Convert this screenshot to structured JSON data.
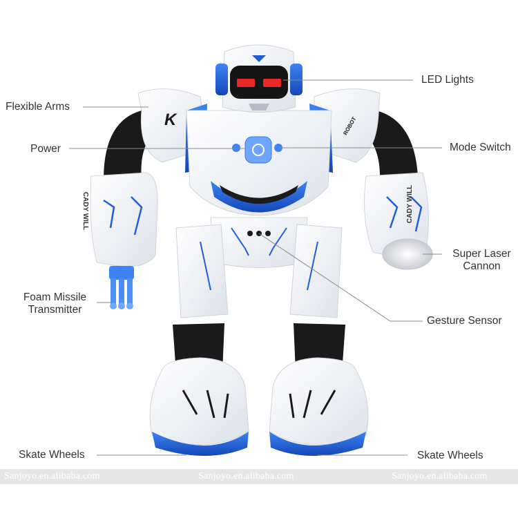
{
  "labels": {
    "led_lights": "LED Lights",
    "flexible_arms": "Flexible Arms",
    "power": "Power",
    "mode_switch": "Mode Switch",
    "super_laser_cannon_line1": "Super Laser",
    "super_laser_cannon_line2": "Cannon",
    "foam_missile_line1": "Foam Missile",
    "foam_missile_line2": "Transmitter",
    "gesture_sensor": "Gesture Sensor",
    "skate_wheels_left": "Skate Wheels",
    "skate_wheels_right": "Skate Wheels"
  },
  "robot_markings": {
    "left_arm_text": "CADY WILL",
    "right_arm_text": "CADY WILL",
    "left_shoulder_logo": "K",
    "right_shoulder_text": "ROBOT"
  },
  "watermarks": [
    "Sanjoyo.en.alibaba.com",
    "Sanjoyo.en.alibaba.com",
    "Sanjoyo.en.alibaba.com"
  ],
  "colors": {
    "accent_blue": "#1e5fd6",
    "body_white": "#f7f8fa",
    "dark_parts": "#1a1a1a",
    "led_red": "#ff2a2a",
    "line_gray": "#8a8a8a"
  }
}
